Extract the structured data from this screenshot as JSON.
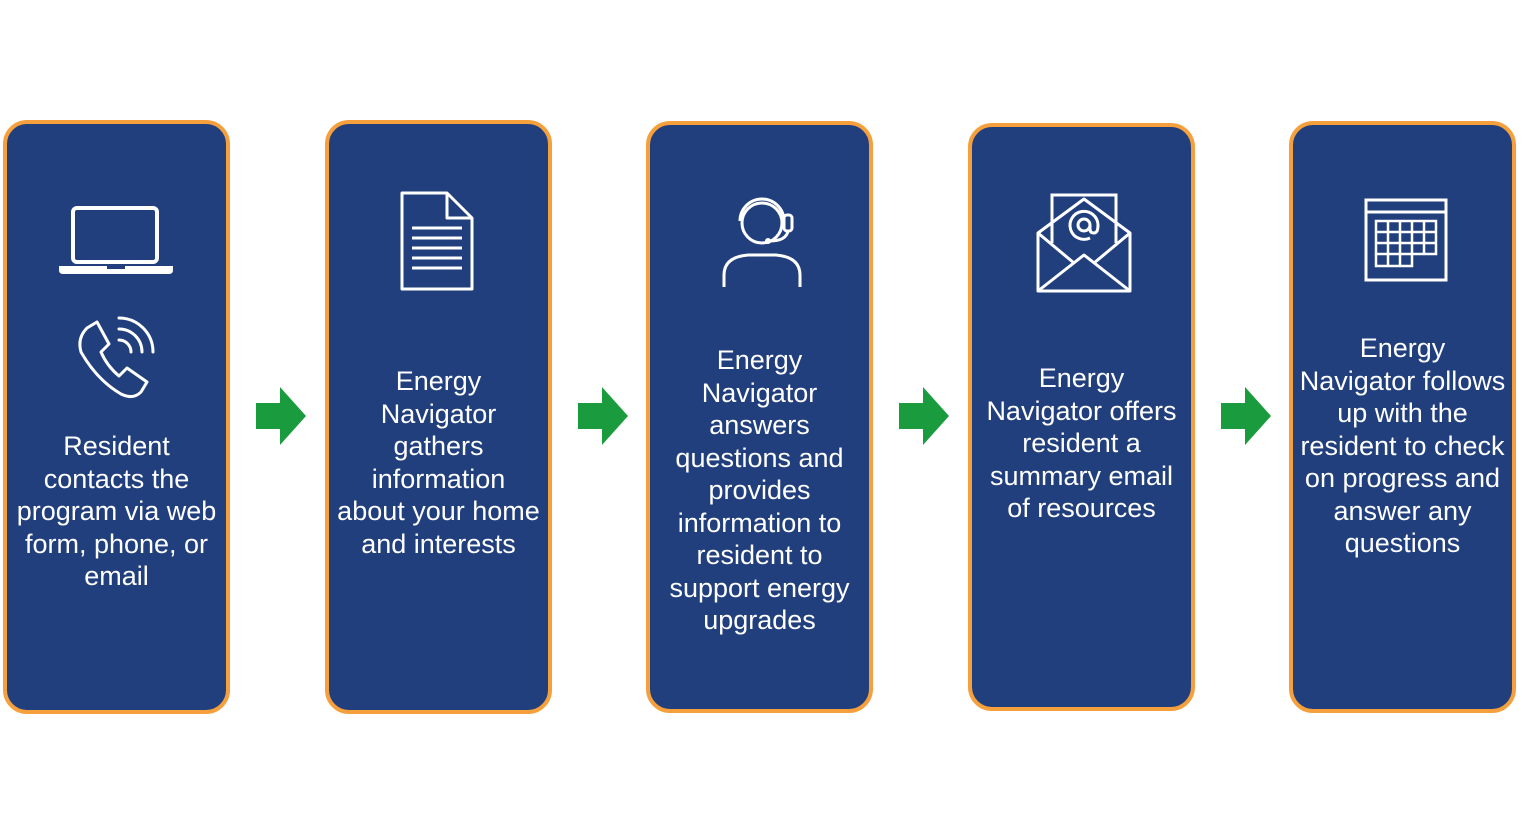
{
  "colors": {
    "card_fill": "#213f7d",
    "card_border": "#f5a03c",
    "arrow": "#1a9b3d",
    "text": "#ffffff"
  },
  "steps": [
    {
      "icons": [
        "laptop-icon",
        "phone-icon"
      ],
      "text": "Resident contacts the program via web form, phone, or email"
    },
    {
      "icons": [
        "document-icon"
      ],
      "text": "Energy Navigator gathers information about your home and interests"
    },
    {
      "icons": [
        "headset-agent-icon"
      ],
      "text": "Energy Navigator answers questions and provides information to resident to support energy upgrades"
    },
    {
      "icons": [
        "email-envelope-icon"
      ],
      "text": "Energy Navigator offers resident a summary email of resources"
    },
    {
      "icons": [
        "calendar-icon"
      ],
      "text": "Energy Navigator follows up with the resident to check on progress and answer any questions"
    }
  ]
}
